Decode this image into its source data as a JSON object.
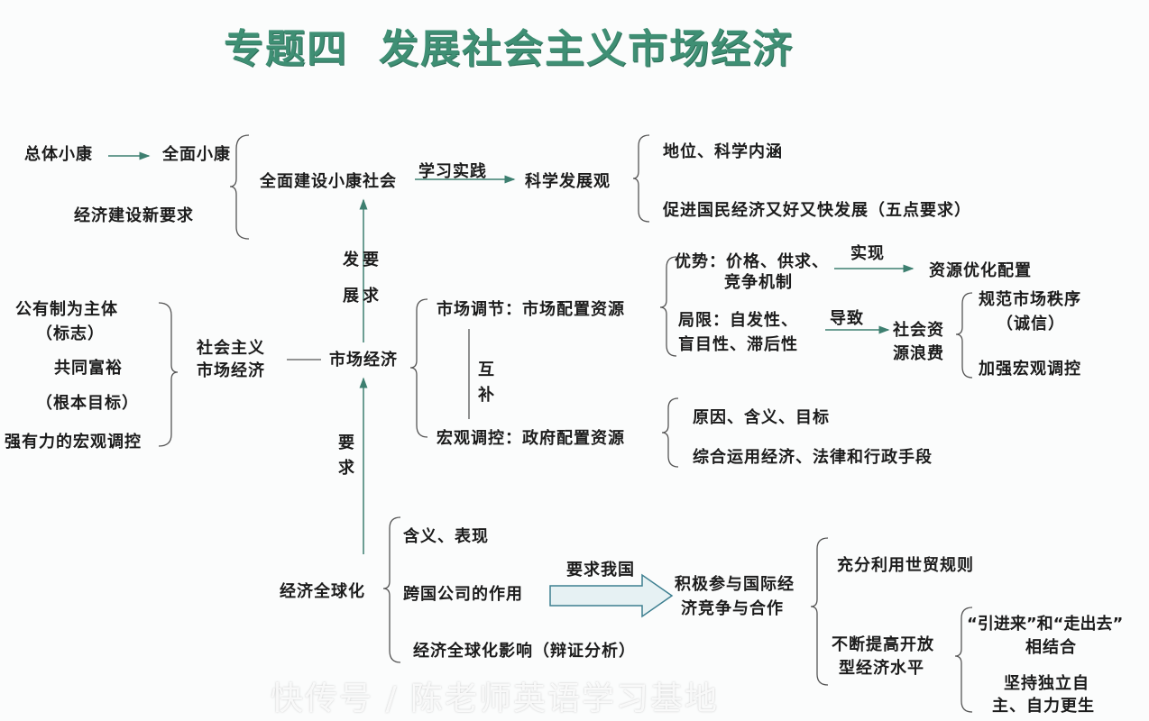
{
  "title": {
    "part1": "专题四",
    "part2": "发展社会主义市场经济"
  },
  "nodes": {
    "zongti": "总体小康",
    "quanmian": "全面小康",
    "jingjijianshe": "经济建设新要求",
    "quanmianjianshe": "全面建设小康社会",
    "xuexishijian": "学习实践",
    "kexue": "科学发展观",
    "diwei": "地位、科学内涵",
    "cujin": "促进国民经济又好又快发展（五点要求）",
    "fayao": "发要",
    "zhanqiu": "展求",
    "gongyouzhi": "公有制为主体",
    "biaozhi": "（标志）",
    "gongtong": "共同富裕",
    "genben": "（根本目标）",
    "qiangyouli": "强有力的宏观调控",
    "shehuizhuyi": "社会主义",
    "shichangjingji_l": "市场经济",
    "shichangjingji": "市场经济",
    "shichangtiaojie": "市场调节：市场配置资源",
    "hongguantiaokong": "宏观调控：政府配置资源",
    "hu": "互",
    "bu": "补",
    "youshi": "优势：价格、供求、",
    "shixian": "实现",
    "jingzheng": "竞争机制",
    "ziyuanyouhua": "资源优化配置",
    "juxian1": "局限：自发性、",
    "juxian2": "盲目性、滞后性",
    "daozhi": "导致",
    "langfei1": "社会资",
    "langfei2": "源浪费",
    "guifan": "规范市场秩序",
    "chengxin": "（诚信）",
    "jiaqiang": "加强宏观调控",
    "yuanyin": "原因、含义、目标",
    "zonghe": "综合运用经济、法律和行政手段",
    "yao": "要",
    "qiu": "求",
    "quanqiuhua": "经济全球化",
    "hanyi": "含义、表现",
    "kuaguo": "跨国公司的作用",
    "yingxiang": "经济全球化影响（辩证分析）",
    "yaoqiuwoguo": "要求我国",
    "jiji1": "积极参与国际经",
    "jiji2": "济竞争与合作",
    "chongfen": "充分利用世贸规则",
    "buduan1": "不断提高开放",
    "buduan2": "型经济水平",
    "yinjin1": "“引进来”和“走出去”",
    "yinjin2": "相结合",
    "jianchi1": "坚持独立自",
    "jianchi2": "主、自力更生"
  },
  "watermark": "快传号 / 陈老师英语学习基地",
  "colors": {
    "title": "#3f8f74",
    "arrow": "#3d7f70",
    "line": "#555555"
  }
}
